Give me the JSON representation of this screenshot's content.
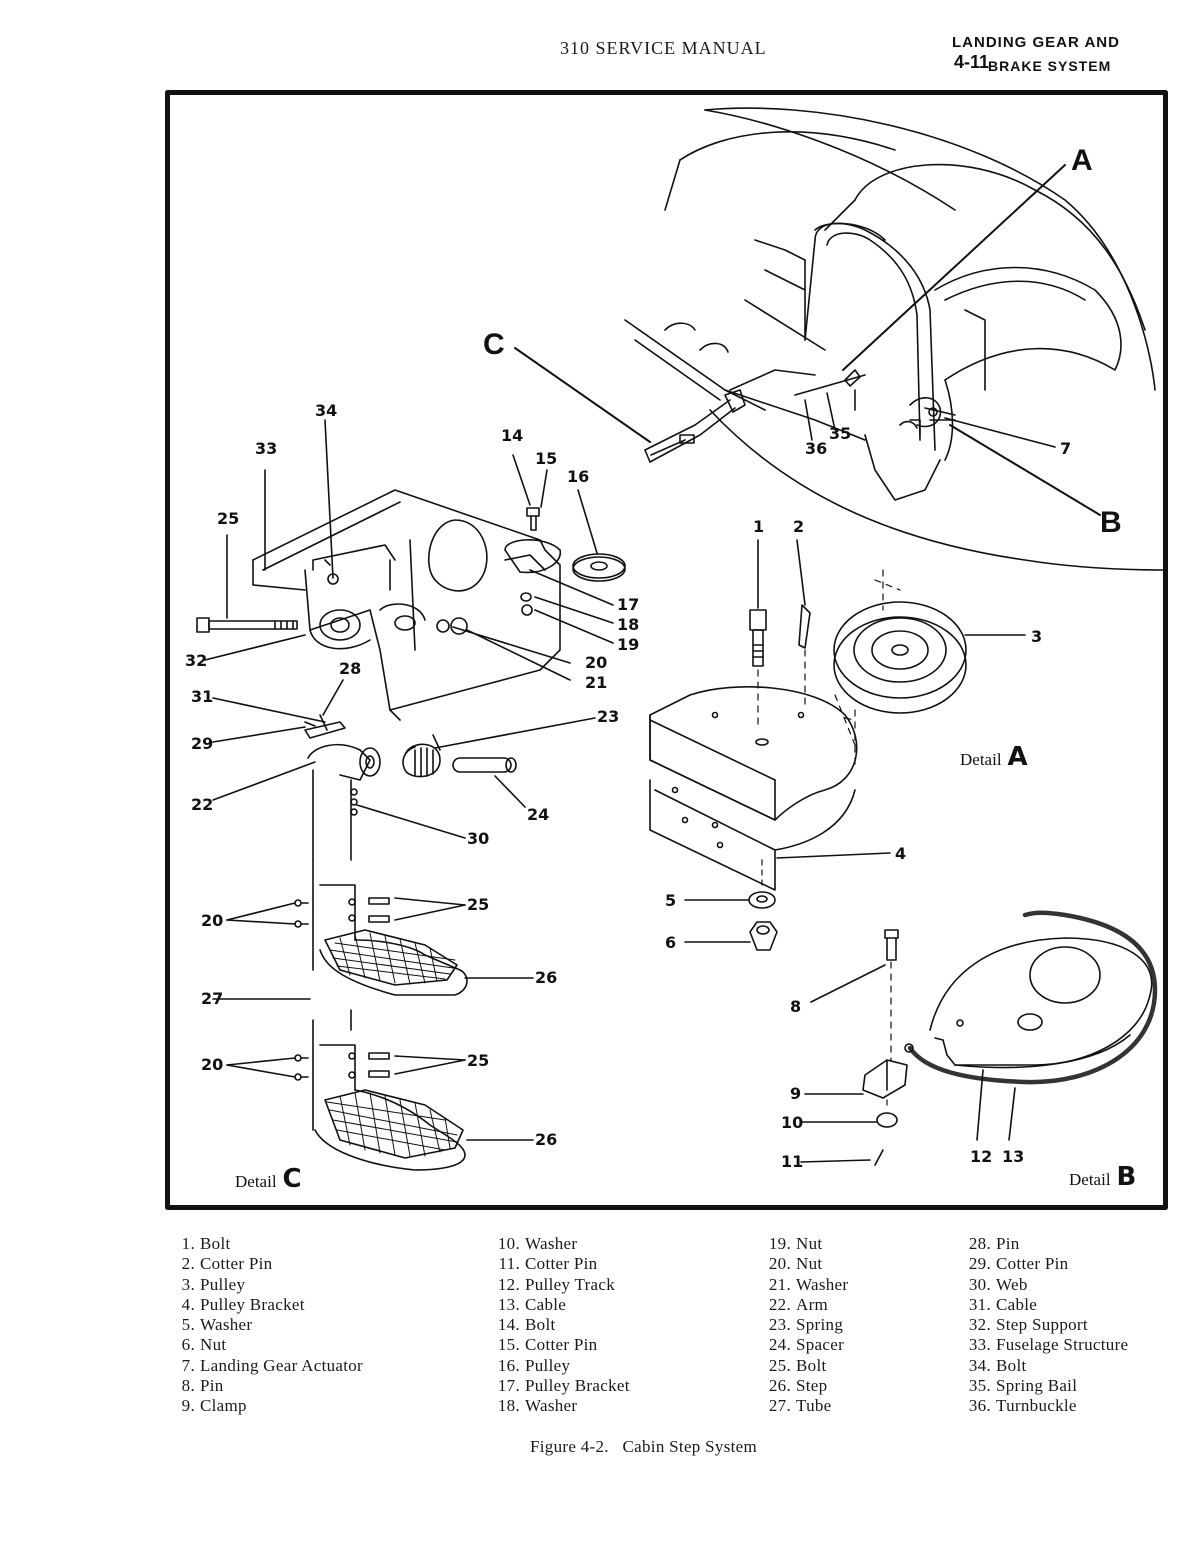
{
  "header": {
    "manual_title": "310 SERVICE MANUAL",
    "section_line1": "LANDING GEAR AND",
    "section_line2": "BRAKE SYSTEM",
    "page_number": "4-11"
  },
  "figure": {
    "callouts": {
      "c1": "1",
      "c2": "2",
      "c3": "3",
      "c4": "4",
      "c5": "5",
      "c6": "6",
      "c7": "7",
      "c8": "8",
      "c9": "9",
      "c10": "10",
      "c11": "11",
      "c12": "12",
      "c13": "13",
      "c14": "14",
      "c15": "15",
      "c16": "16",
      "c17": "17",
      "c18": "18",
      "c19": "19",
      "c20a": "20",
      "c20b": "20",
      "c20c": "20",
      "c21": "21",
      "c22": "22",
      "c23": "23",
      "c24": "24",
      "c25a": "25",
      "c25b": "25",
      "c25c": "25",
      "c26a": "26",
      "c26b": "26",
      "c27": "27",
      "c28": "28",
      "c29": "29",
      "c30": "30",
      "c31": "31",
      "c32": "32",
      "c33": "33",
      "c34": "34",
      "c35": "35",
      "c36": "36"
    },
    "view_letters": {
      "a": "A",
      "b": "B",
      "c": "C"
    },
    "details": {
      "a_label": "Detail",
      "a_letter": "A",
      "b_label": "Detail",
      "b_letter": "B",
      "c_label": "Detail",
      "c_letter": "C"
    }
  },
  "legend": [
    {
      "num": "1.",
      "label": "Bolt"
    },
    {
      "num": "2.",
      "label": "Cotter Pin"
    },
    {
      "num": "3.",
      "label": "Pulley"
    },
    {
      "num": "4.",
      "label": "Pulley Bracket"
    },
    {
      "num": "5.",
      "label": "Washer"
    },
    {
      "num": "6.",
      "label": "Nut"
    },
    {
      "num": "7.",
      "label": "Landing Gear Actuator"
    },
    {
      "num": "8.",
      "label": "Pin"
    },
    {
      "num": "9.",
      "label": "Clamp"
    },
    {
      "num": "10.",
      "label": "Washer"
    },
    {
      "num": "11.",
      "label": "Cotter Pin"
    },
    {
      "num": "12.",
      "label": "Pulley Track"
    },
    {
      "num": "13.",
      "label": "Cable"
    },
    {
      "num": "14.",
      "label": "Bolt"
    },
    {
      "num": "15.",
      "label": "Cotter Pin"
    },
    {
      "num": "16.",
      "label": "Pulley"
    },
    {
      "num": "17.",
      "label": "Pulley Bracket"
    },
    {
      "num": "18.",
      "label": "Washer"
    },
    {
      "num": "19.",
      "label": "Nut"
    },
    {
      "num": "20.",
      "label": "Nut"
    },
    {
      "num": "21.",
      "label": "Washer"
    },
    {
      "num": "22.",
      "label": "Arm"
    },
    {
      "num": "23.",
      "label": "Spring"
    },
    {
      "num": "24.",
      "label": "Spacer"
    },
    {
      "num": "25.",
      "label": "Bolt"
    },
    {
      "num": "26.",
      "label": "Step"
    },
    {
      "num": "27.",
      "label": "Tube"
    },
    {
      "num": "28.",
      "label": "Pin"
    },
    {
      "num": "29.",
      "label": "Cotter Pin"
    },
    {
      "num": "30.",
      "label": "Web"
    },
    {
      "num": "31.",
      "label": "Cable"
    },
    {
      "num": "32.",
      "label": "Step Support"
    },
    {
      "num": "33.",
      "label": "Fuselage Structure"
    },
    {
      "num": "34.",
      "label": "Bolt"
    },
    {
      "num": "35.",
      "label": "Spring Bail"
    },
    {
      "num": "36.",
      "label": "Turnbuckle"
    }
  ],
  "caption": {
    "figure_number": "Figure 4-2.",
    "title": "Cabin Step System"
  }
}
